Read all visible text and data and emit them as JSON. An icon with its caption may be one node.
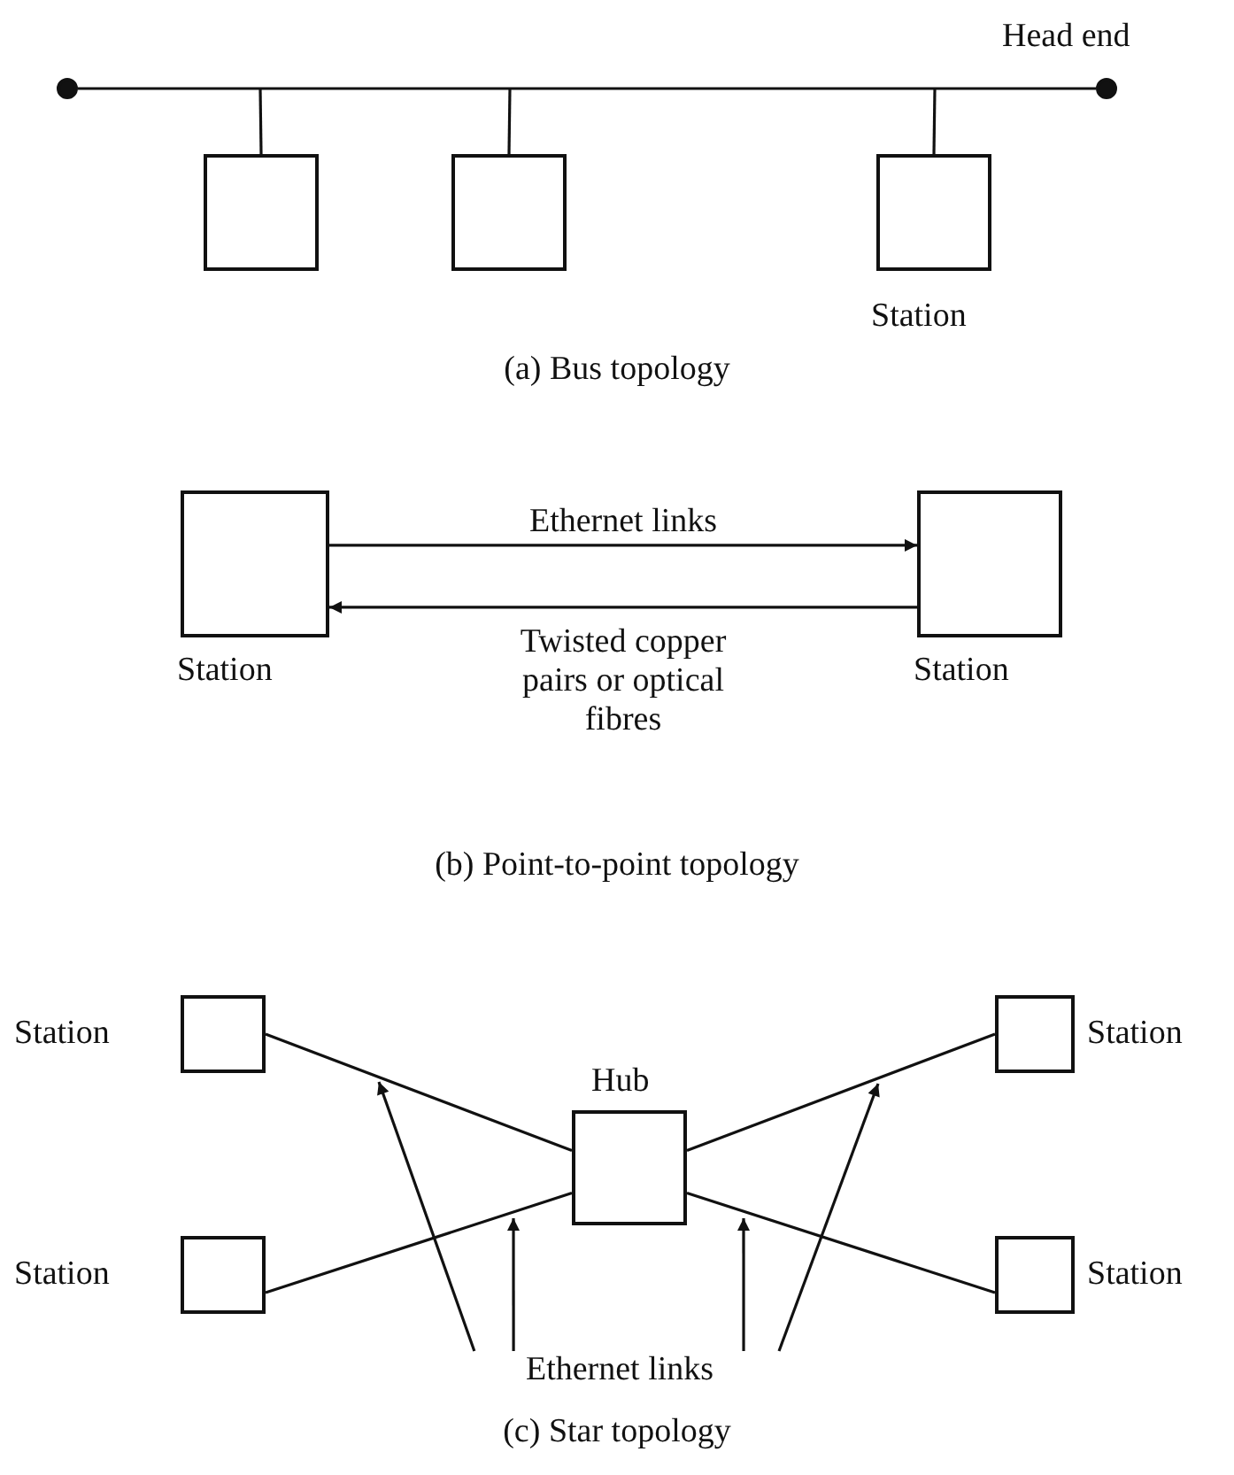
{
  "diagram": {
    "nodes": [
      {
        "text": [],
        "shape": "circle"
      },
      {
        "text": [],
        "shape": "circle",
        "beside": [
          "Head end"
        ]
      },
      {
        "text": [],
        "shape": "box"
      },
      {
        "text": [],
        "shape": "box"
      },
      {
        "text": [],
        "shape": "box",
        "beside": [
          "Station"
        ]
      },
      {
        "text": [],
        "shape": "box",
        "beside": [
          "Station"
        ]
      },
      {
        "text": [],
        "shape": "box",
        "beside": [
          "Station"
        ]
      },
      {
        "text": [],
        "shape": "box",
        "beside": [
          "Station"
        ]
      },
      {
        "text": [],
        "shape": "box",
        "beside": [
          "Hub"
        ]
      },
      {
        "text": [],
        "shape": "box",
        "beside": [
          "Station"
        ]
      },
      {
        "text": [],
        "shape": "box",
        "beside": [
          "Station"
        ]
      },
      {
        "text": [],
        "shape": "box",
        "beside": [
          "Station"
        ]
      },
      {
        "text": [
          "Ethernet links"
        ]
      }
    ],
    "edges": [
      {
        "from": 0,
        "to": 1,
        "arrow": "none"
      },
      {
        "from": 2,
        "to": null,
        "arrow": "none"
      },
      {
        "from": 3,
        "to": null,
        "arrow": "none"
      },
      {
        "from": 4,
        "to": null,
        "arrow": "none"
      },
      {
        "from": 5,
        "to": 6,
        "arrow": "to",
        "label": "Ethernet links"
      },
      {
        "from": 6,
        "to": 5,
        "arrow": "to",
        "label": "Twisted copper pairs or optical fibres"
      },
      {
        "from": 7,
        "to": 8,
        "arrow": "none"
      },
      {
        "from": 9,
        "to": 8,
        "arrow": "none"
      },
      {
        "from": 10,
        "to": 8,
        "arrow": "none"
      },
      {
        "from": 11,
        "to": 8,
        "arrow": "none"
      },
      {
        "from": 12,
        "to": null,
        "arrow": "to"
      },
      {
        "from": 12,
        "to": null,
        "arrow": "to"
      },
      {
        "from": 12,
        "to": null,
        "arrow": "to"
      },
      {
        "from": 12,
        "to": null,
        "arrow": "to"
      }
    ],
    "labels": [
      "(a) Bus topology",
      "(b) Point-to-point topology",
      "(c) Star topology"
    ]
  }
}
